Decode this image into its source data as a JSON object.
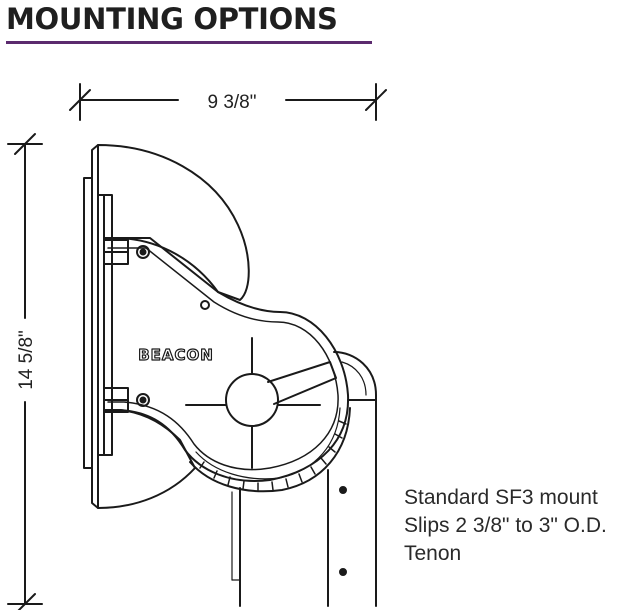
{
  "title": "MOUNTING OPTIONS",
  "colors": {
    "title_underline": "#5b2a6e",
    "line": "#1a1a1a"
  },
  "dimensions": {
    "width": "9 3/8\"",
    "height": "14 5/8\""
  },
  "brand_label": "BEACON",
  "caption": {
    "line1": "Standard SF3 mount",
    "line2": "Slips 2 3/8\" to 3\" O.D.",
    "line3": "Tenon"
  }
}
